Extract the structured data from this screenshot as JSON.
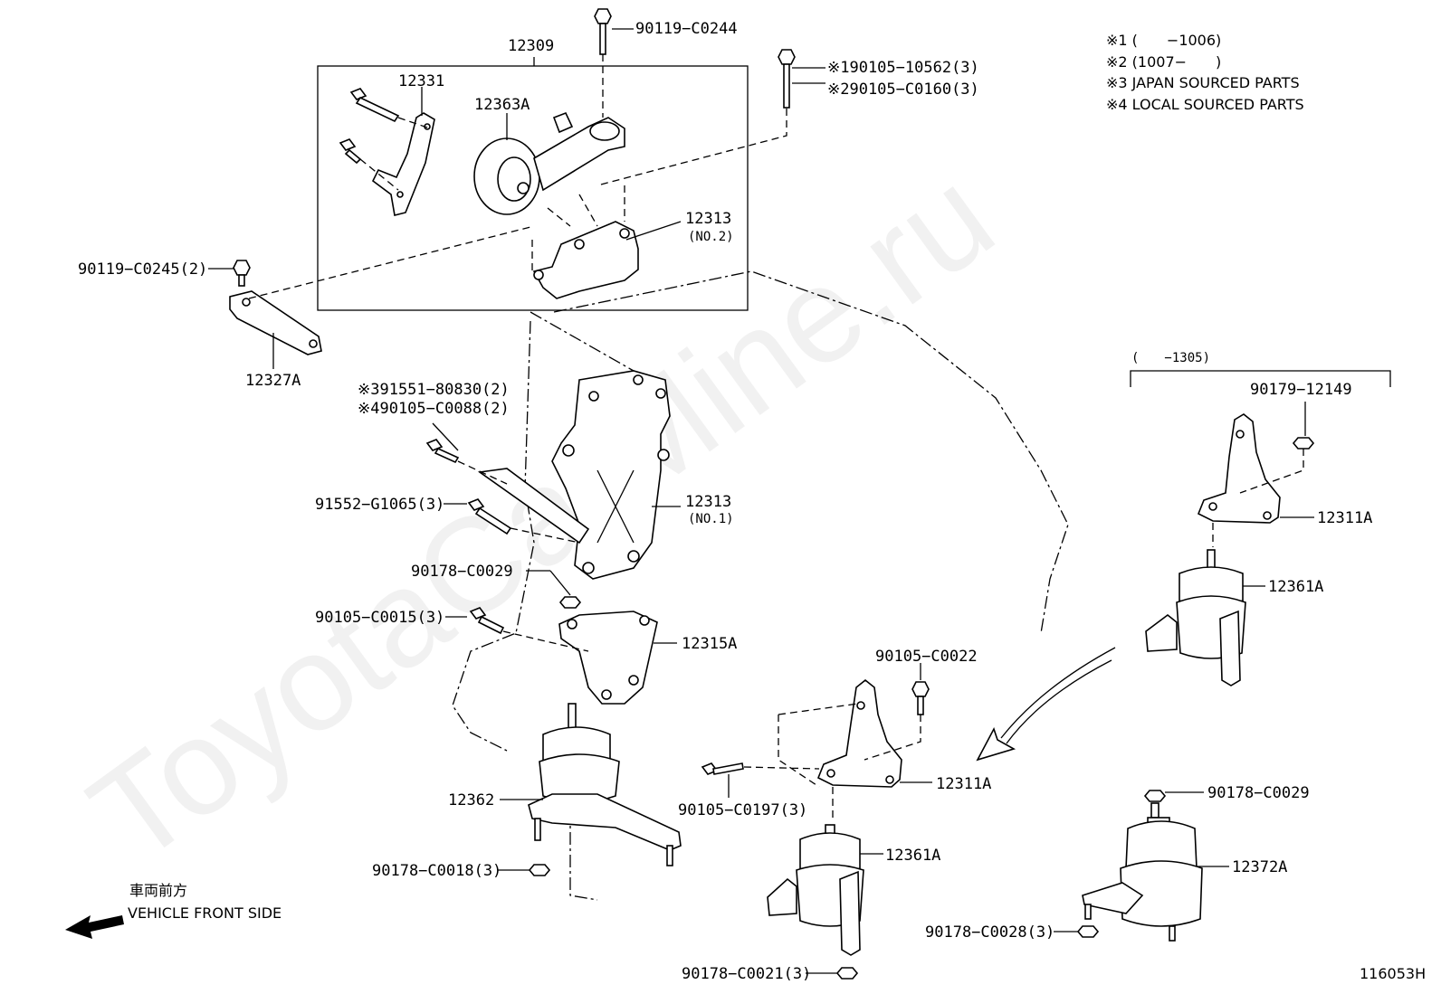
{
  "diagram_code": "116053H",
  "watermark": "ToyotaCarMine.ru",
  "footnotes": [
    "※1 (　　−1006)",
    "※2 (1007−　　)",
    "※3 JAPAN SOURCED PARTS",
    "※4 LOCAL SOURCED PARTS"
  ],
  "range_note": "(　　−1305)",
  "front_side": {
    "jp": "車両前方",
    "en": "VEHICLE FRONT SIDE"
  },
  "labels": {
    "l12309": "12309",
    "l90119_c0244": "90119−C0244",
    "l12331": "12331",
    "l12363a": "12363A",
    "l90105_10562": "※190105−10562(3)",
    "l90105_c0160": "※290105−C0160(3)",
    "l12313_no2": "12313",
    "l12313_no2_sub": "(NO.2)",
    "l90119_c0245": "90119−C0245(2)",
    "l12327a": "12327A",
    "l91551_80830": "※391551−80830(2)",
    "l90105_c0088": "※490105−C0088(2)",
    "l91552_g1065": "91552−G1065(3)",
    "l12313_no1": "12313",
    "l12313_no1_sub": "(NO.1)",
    "l90178_c0029_a": "90178−C0029",
    "l90105_c0015": "90105−C0015(3)",
    "l12315a": "12315A",
    "l12362": "12362",
    "l90178_c0018": "90178−C0018(3)",
    "l90105_c0022": "90105−C0022",
    "l12311a_b": "12311A",
    "l90105_c0197": "90105−C0197(3)",
    "l12361a_b": "12361A",
    "l90178_c0021": "90178−C0021(3)",
    "l90179_12149": "90179−12149",
    "l12311a_a": "12311A",
    "l12361a_a": "12361A",
    "l90178_c0029_b": "90178−C0029",
    "l12372a": "12372A",
    "l90178_c0028": "90178−C0028(3)"
  }
}
